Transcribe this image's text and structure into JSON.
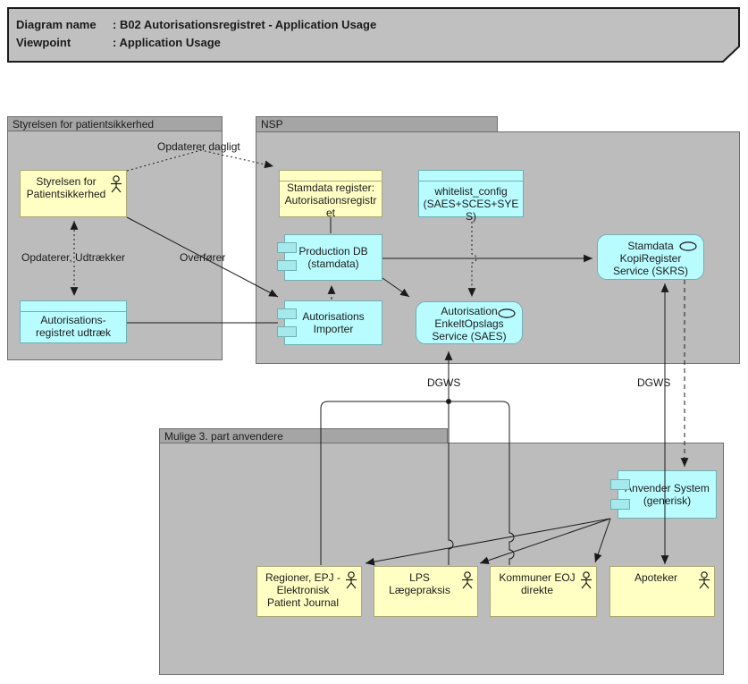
{
  "title_note": {
    "line1_label": "Diagram name",
    "line1_value": ": B02 Autorisationsregistret - Application Usage",
    "line2_label": "Viewpoint",
    "line2_value": ": Application Usage"
  },
  "groups": {
    "left": "Styrelsen for patientsikkerhed",
    "nsp": "NSP",
    "bottom": "Mulige 3. part anvendere"
  },
  "nodes": {
    "styrelsen": "Styrelsen for Patientsikkerhed",
    "udtraek": "Autorisations-registret udtræk",
    "stamdata_register": "Stamdata register: Autorisationsregistret",
    "whitelist": "whitelist_config (SAES+SCES+SYES)",
    "production_db": "Production DB (stamdata)",
    "importer": "Autorisations Importer",
    "saes": "Autorisation EnkeltOpslags Service (SAES)",
    "skrs": "Stamdata KopiRegister Service (SKRS)",
    "anvender": "Anvender System (generisk)",
    "regioner": "Regioner, EPJ - Elektronisk Patient Journal",
    "lps": "LPS Lægepraksis",
    "kommuner": "Kommuner EOJ direkte",
    "apoteker": "Apoteker"
  },
  "edge_labels": {
    "opdaterer_dagligt": "Opdaterer dagligt",
    "opdaterer_udtraekker": "Opdaterer, Udtrækker",
    "overfoerer": "Overfører",
    "dgws_left": "DGWS",
    "dgws_right": "DGWS"
  },
  "edges": [
    {
      "from": "styrelsen",
      "to": "stamdata_register",
      "label": "Opdaterer dagligt",
      "style": "dotted-arrow"
    },
    {
      "from": "styrelsen",
      "to": "udtraek",
      "label": "Opdaterer, Udtrækker",
      "style": "dotted-double-arrow"
    },
    {
      "from": "styrelsen",
      "to": "importer",
      "label": "Overfører",
      "style": "solid-arrow"
    },
    {
      "from": "udtraek",
      "to": "importer",
      "label": "",
      "style": "solid-line"
    },
    {
      "from": "stamdata_register",
      "to": "production_db",
      "label": "",
      "style": "solid-line"
    },
    {
      "from": "importer",
      "to": "production_db",
      "label": "",
      "style": "dashed-arrow"
    },
    {
      "from": "production_db",
      "to": "skrs",
      "label": "",
      "style": "solid-arrow"
    },
    {
      "from": "production_db",
      "to": "saes",
      "label": "",
      "style": "solid-arrow"
    },
    {
      "from": "whitelist",
      "to": "saes",
      "label": "",
      "style": "dotted-arrow"
    },
    {
      "from": "regioner/lps/kommuner junction",
      "to": "saes",
      "label": "DGWS",
      "style": "solid-arrow"
    },
    {
      "from": "anvender",
      "to": "skrs",
      "label": "DGWS",
      "style": "solid-arrow"
    },
    {
      "from": "skrs",
      "to": "anvender",
      "label": "",
      "style": "dashed-arrow"
    },
    {
      "from": "anvender",
      "to": "regioner",
      "label": "",
      "style": "solid-arrow"
    },
    {
      "from": "anvender",
      "to": "lps",
      "label": "",
      "style": "solid-arrow"
    },
    {
      "from": "anvender",
      "to": "kommuner",
      "label": "",
      "style": "solid-arrow"
    },
    {
      "from": "anvender",
      "to": "apoteker",
      "label": "",
      "style": "solid-arrow"
    }
  ],
  "icons": {
    "actor": "stick-figure",
    "service": "oval",
    "component": "module-tabs"
  },
  "colors": {
    "group_fill": "#bcbcbc",
    "group_tab_fill": "#a5a5a5",
    "note_fill": "#c0c0c0",
    "yellow_fill": "#ffffc4",
    "yellow_border": "#a8a878",
    "cyan_fill": "#b9fcff",
    "cyan_border": "#6fb0b2",
    "line": "#1a1a1a"
  }
}
